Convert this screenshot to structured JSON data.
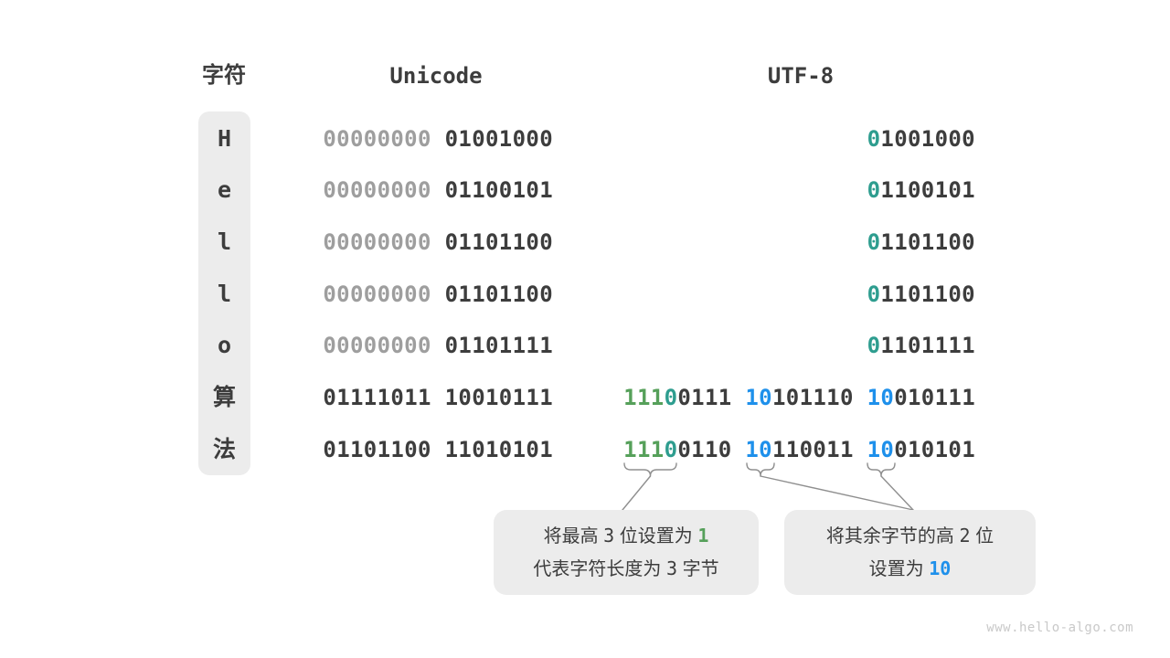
{
  "colors": {
    "dark": "#3d3d3d",
    "gray": "#9e9e9e",
    "teal": "#2e9d8f",
    "green": "#56a05a",
    "blue": "#1e90eb",
    "box_bg": "#ececec",
    "line": "#8f8f8f",
    "watermark": "#c9c9c9"
  },
  "header": {
    "char_label": "字符",
    "unicode_label": "Unicode",
    "utf8_label": "UTF-8"
  },
  "rows": [
    {
      "char": "H",
      "unicode": [
        [
          "00000000",
          "gray"
        ],
        [
          " ",
          "dark"
        ],
        [
          "01001000",
          "dark"
        ]
      ],
      "utf8": [
        [
          "0",
          "teal"
        ],
        [
          "1001000",
          "dark"
        ]
      ]
    },
    {
      "char": "e",
      "unicode": [
        [
          "00000000",
          "gray"
        ],
        [
          " ",
          "dark"
        ],
        [
          "01100101",
          "dark"
        ]
      ],
      "utf8": [
        [
          "0",
          "teal"
        ],
        [
          "1100101",
          "dark"
        ]
      ]
    },
    {
      "char": "l",
      "unicode": [
        [
          "00000000",
          "gray"
        ],
        [
          " ",
          "dark"
        ],
        [
          "01101100",
          "dark"
        ]
      ],
      "utf8": [
        [
          "0",
          "teal"
        ],
        [
          "1101100",
          "dark"
        ]
      ]
    },
    {
      "char": "l",
      "unicode": [
        [
          "00000000",
          "gray"
        ],
        [
          " ",
          "dark"
        ],
        [
          "01101100",
          "dark"
        ]
      ],
      "utf8": [
        [
          "0",
          "teal"
        ],
        [
          "1101100",
          "dark"
        ]
      ]
    },
    {
      "char": "o",
      "unicode": [
        [
          "00000000",
          "gray"
        ],
        [
          " ",
          "dark"
        ],
        [
          "01101111",
          "dark"
        ]
      ],
      "utf8": [
        [
          "0",
          "teal"
        ],
        [
          "1101111",
          "dark"
        ]
      ]
    },
    {
      "char": "算",
      "unicode": [
        [
          "01111011 10010111",
          "dark"
        ]
      ],
      "utf8": [
        [
          "111",
          "green"
        ],
        [
          "0",
          "teal"
        ],
        [
          "0111 ",
          "dark"
        ],
        [
          "10",
          "blue"
        ],
        [
          "101110 ",
          "dark"
        ],
        [
          "10",
          "blue"
        ],
        [
          "010111",
          "dark"
        ]
      ]
    },
    {
      "char": "法",
      "unicode": [
        [
          "01101100 11010101",
          "dark"
        ]
      ],
      "utf8": [
        [
          "111",
          "green"
        ],
        [
          "0",
          "teal"
        ],
        [
          "0110 ",
          "dark"
        ],
        [
          "10",
          "blue"
        ],
        [
          "110011 ",
          "dark"
        ],
        [
          "10",
          "blue"
        ],
        [
          "010101",
          "dark"
        ]
      ]
    }
  ],
  "callouts": {
    "first_byte": {
      "lines": [
        [
          [
            "将最高 ",
            "plain"
          ],
          [
            "3",
            "num"
          ],
          [
            " 位设置为 ",
            "plain"
          ],
          [
            "1",
            "green"
          ]
        ],
        [
          [
            "代表字符长度为 ",
            "plain"
          ],
          [
            "3",
            "num"
          ],
          [
            " 字节",
            "plain"
          ]
        ]
      ]
    },
    "continuation": {
      "lines": [
        [
          [
            "将其余字节的高 ",
            "plain"
          ],
          [
            "2",
            "num"
          ],
          [
            " 位",
            "plain"
          ]
        ],
        [
          [
            "设置为 ",
            "plain"
          ],
          [
            "10",
            "blue"
          ]
        ]
      ]
    }
  },
  "watermark": "www.hello-algo.com"
}
